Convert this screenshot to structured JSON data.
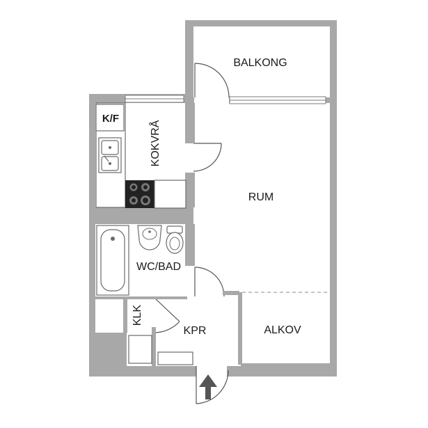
{
  "rooms": {
    "balcony": "BALKONG",
    "main_room": "RUM",
    "alcove": "ALKOV",
    "kitchen_nook": "KOKVRÅ",
    "fridge_freezer": "K/F",
    "bathroom": "WC/BAD",
    "closet": "KLK",
    "hallway": "KPR"
  },
  "icons": {
    "entrance": "entrance-arrow-icon",
    "stove": "stove-icon",
    "sink": "sink-icon",
    "toilet": "toilet-icon",
    "bathtub": "bathtub-icon",
    "washbasin": "washbasin-icon"
  },
  "colors": {
    "wall": "#a8a8a8",
    "floor": "#ffffff",
    "line": "#6a6a6a",
    "text": "#1a1a1a"
  }
}
